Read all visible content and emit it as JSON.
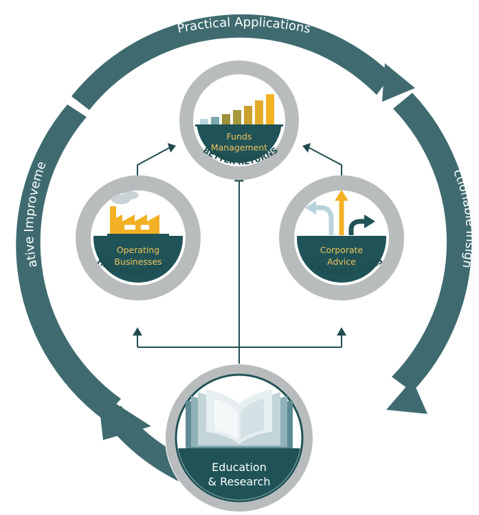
{
  "outer_cycle": {
    "top": "Practical Applications",
    "right": "Actionable Insights",
    "left": "Iterative Improvements"
  },
  "nodes": {
    "funds": {
      "label_line1": "Funds",
      "label_line2": "Management",
      "ring_label": "BETTER RETURNS"
    },
    "operating": {
      "label_line1": "Operating",
      "label_line2": "Businesses",
      "ring_label": "HIGHER PROFITS"
    },
    "corporate": {
      "label_line1": "Corporate",
      "label_line2": "Advice",
      "ring_label": "VALUABLE IDEAS"
    },
    "education": {
      "label_line1": "Education",
      "label_line2": "& Research"
    }
  },
  "colors": {
    "teal": "#3f6b70",
    "dark_teal": "#1f5357",
    "ring_grey": "#b9bcbd",
    "gold": "#f2b124",
    "olive": "#9a8f3a",
    "light_blue": "#b9d3dc",
    "arrow": "#1f4b4e"
  },
  "icons": [
    "bar-chart-icon",
    "factory-icon",
    "diverging-arrows-icon",
    "open-book-icon"
  ]
}
